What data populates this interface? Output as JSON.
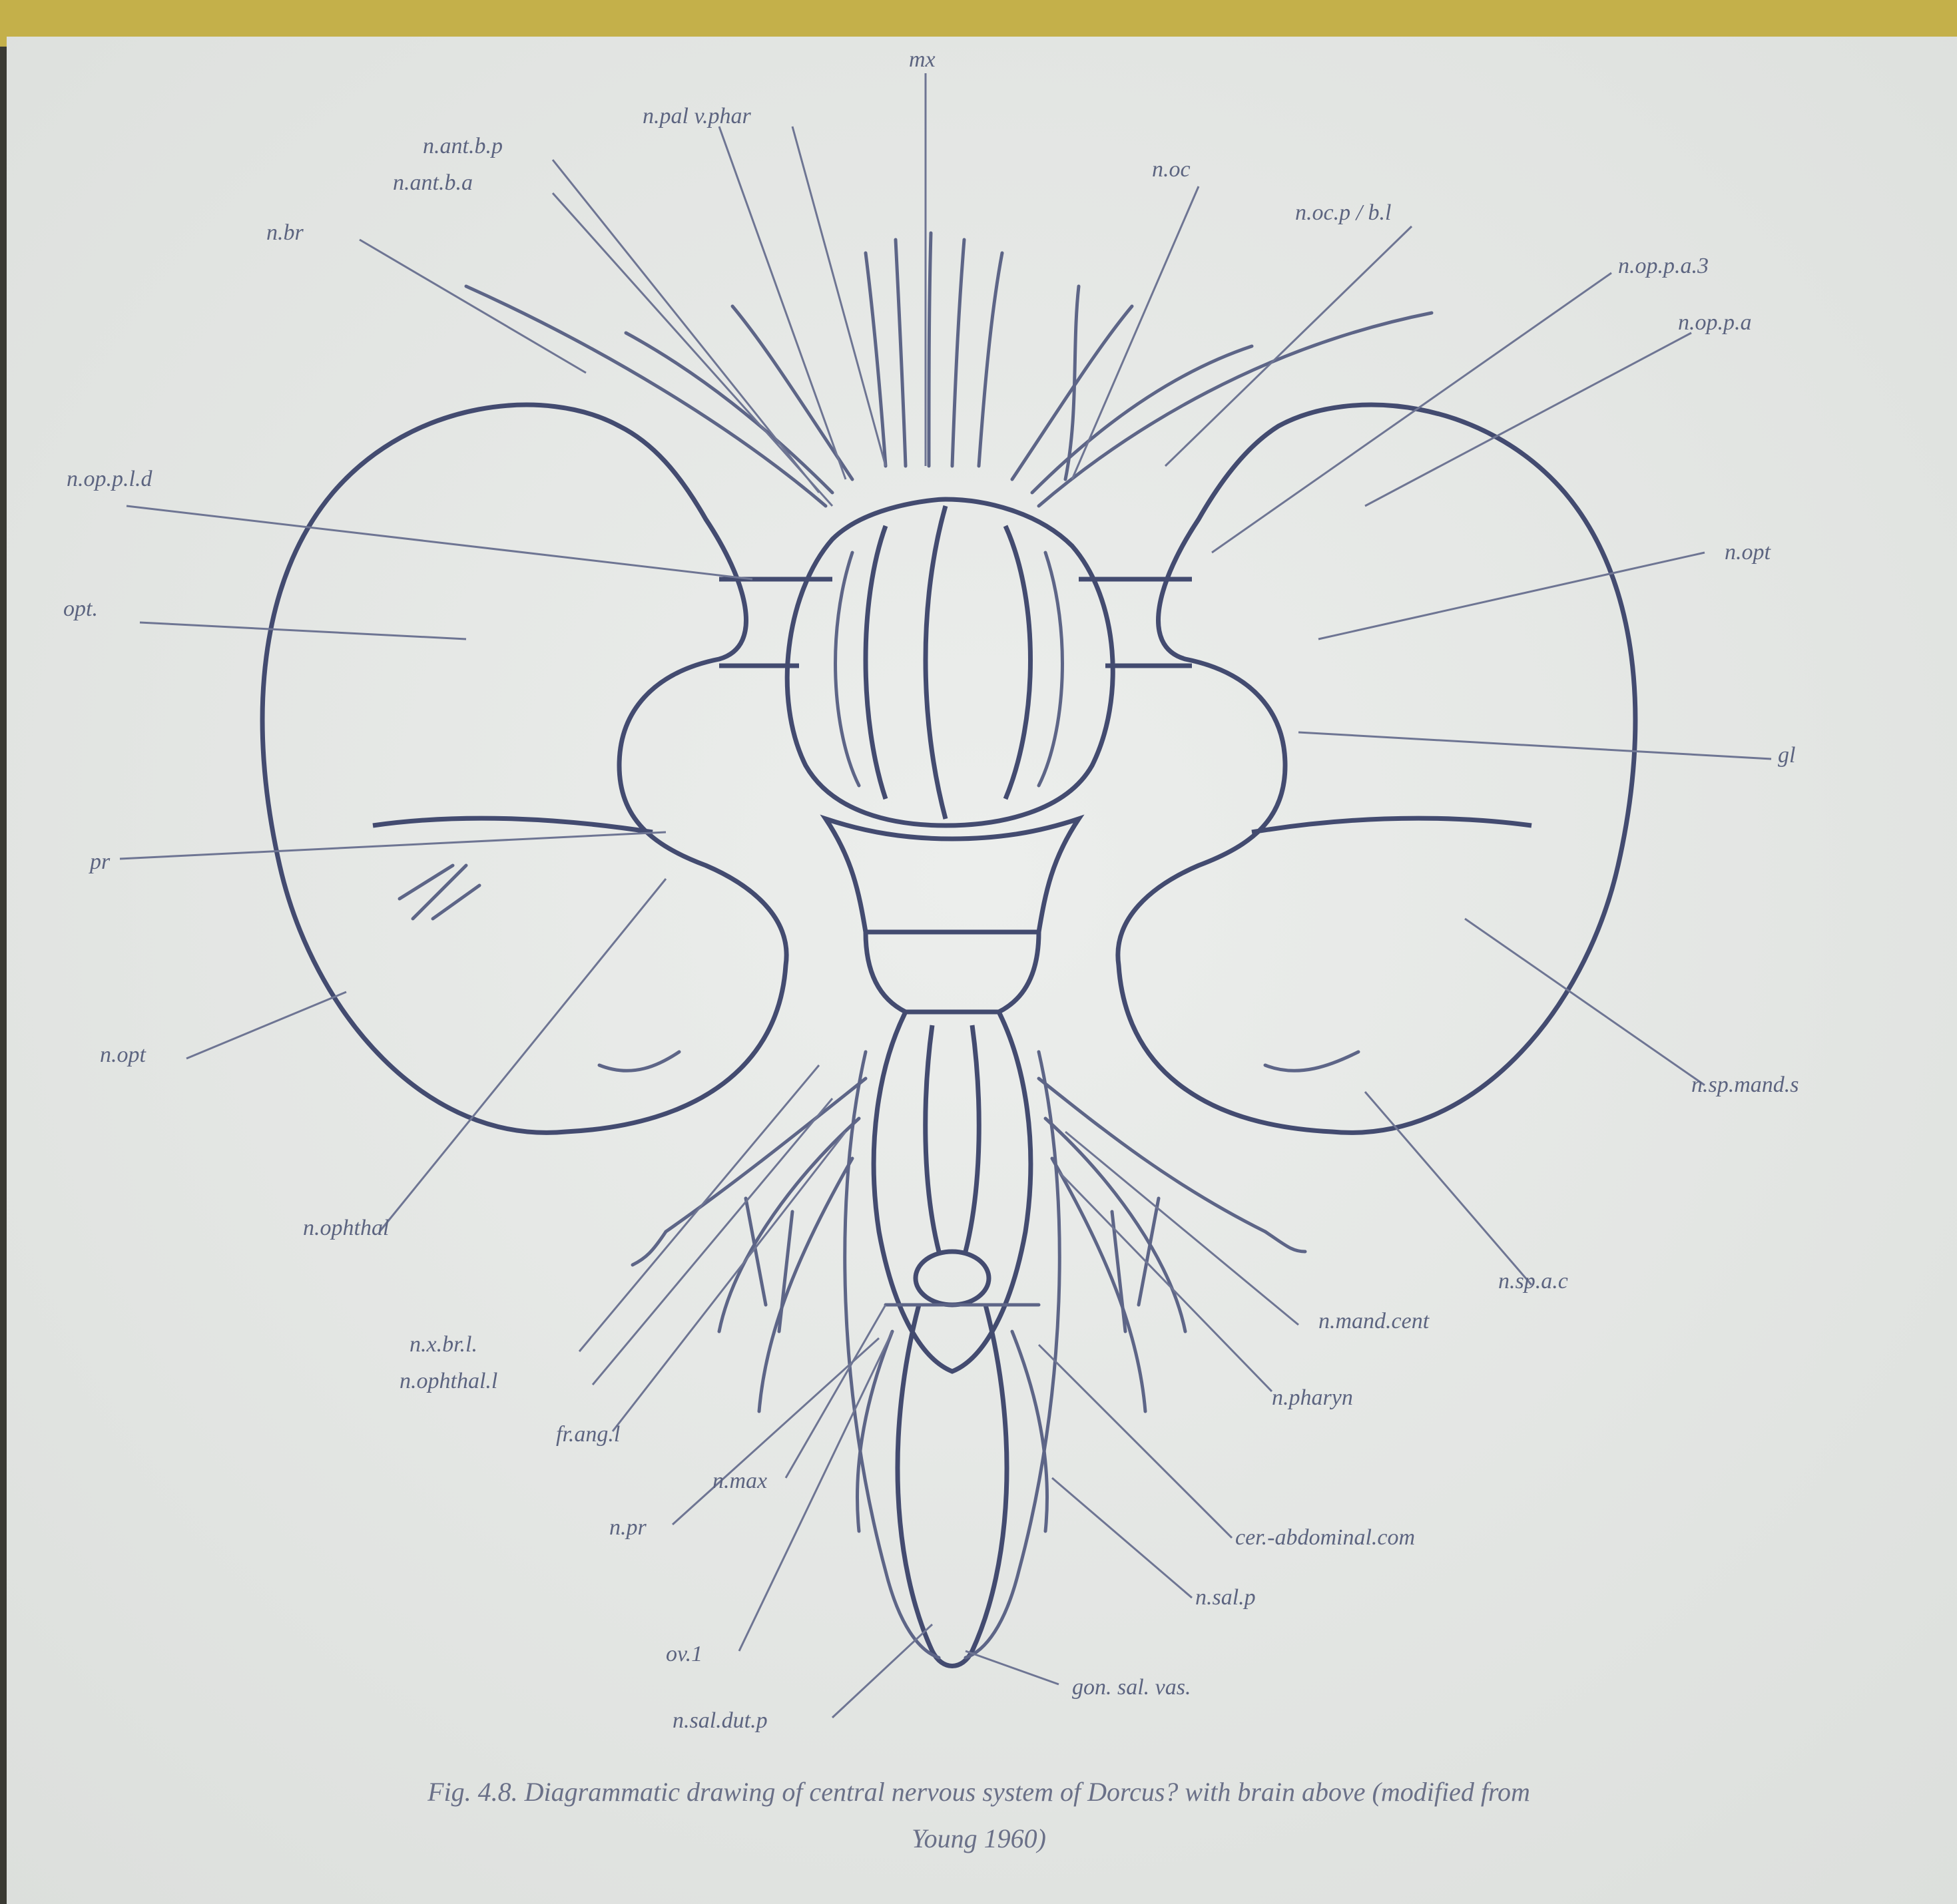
{
  "figure": {
    "labels": {
      "mx": "mx",
      "n_pal_v_phar": "n.pal  v.phar",
      "n_ant_bp": "n.ant.b.p",
      "n_ant_ba": "n.ant.b.a",
      "n_br_top": "n.br",
      "n_oc": "n.oc",
      "n_oc_p_bl": "n.oc.p / b.l",
      "n_opt_p_a_3": "n.op.p.a.3",
      "n_opt_p_a": "n.op.p.a",
      "n_opt_p_l_d": "n.op.p.l.d",
      "opt": "opt.",
      "n_opt_right": "n.opt",
      "gl": "gl",
      "pr": "pr",
      "n_opt_left": "n.opt",
      "n_ophthal": "n.ophthal",
      "n_sp_mand": "n.sp.mand.s",
      "n_sp_a_c": "n.sp.a.c",
      "n_x_br_l": "n.x.br.l.",
      "n_ophthal_l": "n.ophthal.l",
      "fr_ang": "fr.ang.l",
      "n_mand_cent": "n.mand.cent",
      "n_pharyn": "n.pharyn",
      "n_max": "n.max",
      "n_pr": "n.pr",
      "cer_abdominal_com": "cer.-abdominal.com",
      "n_sal_p": "n.sal.p",
      "ov_1": "ov.1",
      "gon_sal_vas": "gon. sal. vas.",
      "n_sal_dut_p": "n.sal.dut.p"
    },
    "caption_line1": "Fig. 4.8. Diagrammatic drawing of central nervous system of Dorcus? with brain above (modified from",
    "caption_line2": "Young 1960)"
  },
  "colors": {
    "paper": "#e7e9e6",
    "ink": "#434b70",
    "top_strip": "#c4b04a",
    "background": "#3a3a33"
  }
}
